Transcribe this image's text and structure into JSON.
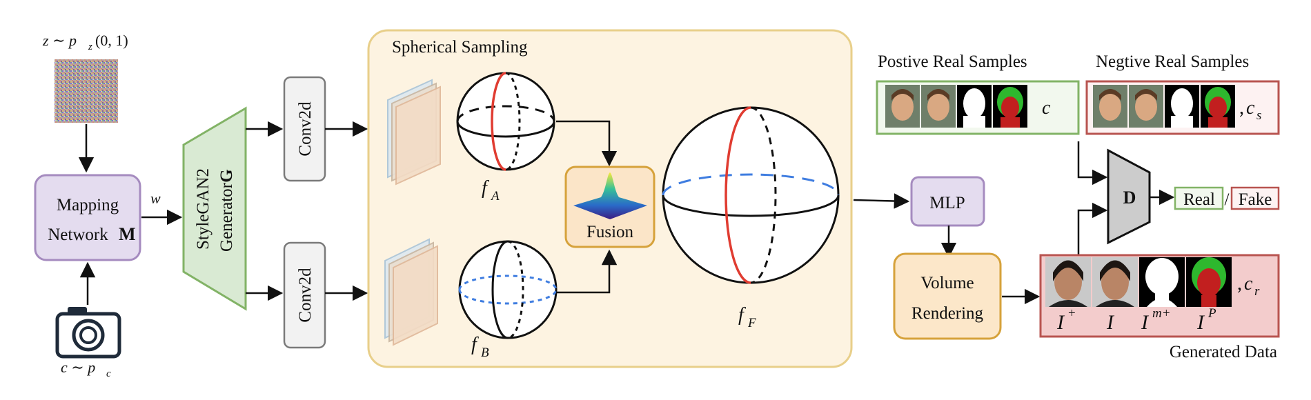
{
  "noise": {
    "label": "z ∼ p",
    "sub": "z",
    "args": "(0, 1)"
  },
  "camera": {
    "label": "c ∼ p",
    "sub": "c"
  },
  "mapping": {
    "line1": "Mapping",
    "line2": "Network",
    "bold": "M"
  },
  "w_label": "w",
  "generator": {
    "line1": "StyleGAN2",
    "line2": "Generator",
    "bold": "G"
  },
  "conv_top": "Conv2d",
  "conv_bottom": "Conv2d",
  "spherical": {
    "title": "Spherical Sampling"
  },
  "f_a": {
    "base": "f",
    "sub": "A"
  },
  "f_b": {
    "base": "f",
    "sub": "B"
  },
  "f_f": {
    "base": "f",
    "sub": "F"
  },
  "fusion": "Fusion",
  "mlp": "MLP",
  "volume": {
    "line1": "Volume",
    "line2": "Rendering"
  },
  "positive": {
    "title": "Postive Real Samples",
    "cond": "c"
  },
  "negative": {
    "title": "Negtive Real Samples",
    "cond_base": "c",
    "cond_sub": "s"
  },
  "generated": {
    "title": "Generated Data",
    "cond_base": "c",
    "cond_sub": "r",
    "labels": [
      {
        "base": "I",
        "sup": "+"
      },
      {
        "base": "I",
        "sup": ""
      },
      {
        "base": "I",
        "sup": "m+"
      },
      {
        "base": "I",
        "sup": "P"
      }
    ]
  },
  "discriminator": "D",
  "real": "Real",
  "slash": "/",
  "fake": "Fake",
  "colors": {
    "mapping_fill": "#e4dcef",
    "mapping_stroke": "#a58bbf",
    "generator_fill": "#d9ead3",
    "generator_stroke": "#82b366",
    "spherical_fill": "#fdf3e1",
    "spherical_stroke": "#e8cf8a",
    "fusion_fill": "#fbe5c8",
    "fusion_stroke": "#d6a23b",
    "volume_fill": "#fce7c9",
    "volume_stroke": "#d6a23b",
    "positive_stroke": "#82b366",
    "negative_stroke": "#b85450",
    "generated_fill": "#f3cccc",
    "red_arc": "#e03c31",
    "blue_dash": "#3f7de0"
  }
}
